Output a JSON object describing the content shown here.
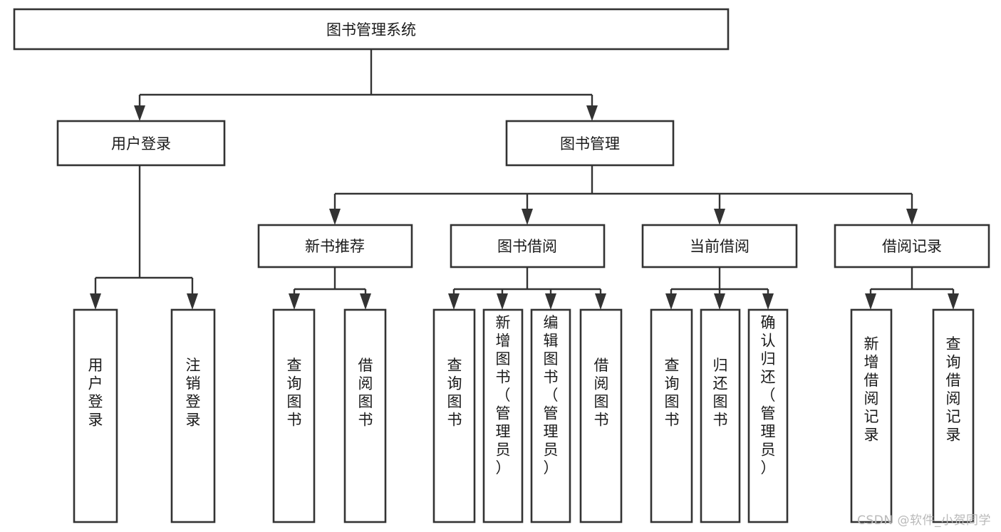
{
  "diagram": {
    "type": "tree",
    "title": "图书管理系统",
    "watermark": "CSDN @软件_小贺同学",
    "colors": {
      "stroke": "#333333",
      "fill": "#ffffff",
      "text": "#1a1a1a",
      "watermark": "#b9b9b9"
    },
    "levels": {
      "root": {
        "label": "图书管理系统"
      },
      "level2": [
        {
          "label": "用户登录"
        },
        {
          "label": "图书管理"
        }
      ],
      "level3": [
        {
          "label": "新书推荐"
        },
        {
          "label": "图书借阅"
        },
        {
          "label": "当前借阅"
        },
        {
          "label": "借阅记录"
        }
      ],
      "leaves": [
        {
          "label": "用户登录",
          "parent": "用户登录"
        },
        {
          "label": "注销登录",
          "parent": "用户登录"
        },
        {
          "label": "查询图书",
          "parent": "新书推荐"
        },
        {
          "label": "借阅图书",
          "parent": "新书推荐"
        },
        {
          "label": "查询图书",
          "parent": "图书借阅"
        },
        {
          "label": "新增图书（管理员）",
          "parent": "图书借阅"
        },
        {
          "label": "编辑图书（管理员）",
          "parent": "图书借阅"
        },
        {
          "label": "借阅图书",
          "parent": "图书借阅"
        },
        {
          "label": "查询图书",
          "parent": "当前借阅"
        },
        {
          "label": "归还图书",
          "parent": "当前借阅"
        },
        {
          "label": "确认归还（管理员）",
          "parent": "当前借阅"
        },
        {
          "label": "新增借阅记录",
          "parent": "借阅记录"
        },
        {
          "label": "查询借阅记录",
          "parent": "借阅记录"
        }
      ]
    },
    "nodes": {
      "root": "图书管理系统",
      "user_login": "用户登录",
      "book_manage": "图书管理",
      "new_book_rec": "新书推荐",
      "book_borrow": "图书借阅",
      "current_borrow": "当前借阅",
      "borrow_record": "借阅记录",
      "leaf_user_login": "用户登录",
      "leaf_logout": "注销登录",
      "leaf_query_book_a": "查询图书",
      "leaf_borrow_book_a": "借阅图书",
      "leaf_query_book_b": "查询图书",
      "leaf_add_book": "新增图书（管理员）",
      "leaf_edit_book": "编辑图书（管理员）",
      "leaf_borrow_book_b": "借阅图书",
      "leaf_query_book_c": "查询图书",
      "leaf_return_book": "归还图书",
      "leaf_confirm_return": "确认归还（管理员）",
      "leaf_add_record": "新增借阅记录",
      "leaf_query_record": "查询借阅记录"
    }
  }
}
